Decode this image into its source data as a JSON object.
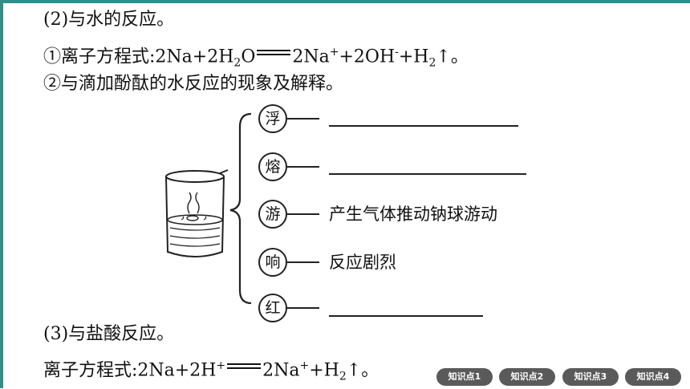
{
  "lines": {
    "heading2": "(2)与水的反应。",
    "eq1_label": "①离子方程式:",
    "eq1_left": "2Na+2H",
    "eq1_left_sub": "2",
    "eq1_left_tail": "O",
    "eq1_right_a": "2Na",
    "eq1_right_a_sup": "+",
    "eq1_right_b": "+2OH",
    "eq1_right_b_sup": "-",
    "eq1_right_c": "+H",
    "eq1_right_c_sub": "2",
    "eq1_right_d": "↑。",
    "sub2": "②与滴加酚酞的水反应的现象及解释。",
    "heading3": "(3)与盐酸反应。",
    "eq2_label": "离子方程式:",
    "eq2_left": "2Na+2H",
    "eq2_left_sup": "+",
    "eq2_right_a": "2Na",
    "eq2_right_a_sup": "+",
    "eq2_right_b": "+H",
    "eq2_right_b_sub": "2",
    "eq2_right_c": "↑。"
  },
  "phenomena": [
    {
      "char": "浮",
      "desc": ""
    },
    {
      "char": "熔",
      "desc": ""
    },
    {
      "char": "游",
      "desc": "产生气体推动钠球游动"
    },
    {
      "char": "响",
      "desc": "反应剧烈"
    },
    {
      "char": "红",
      "desc": ""
    }
  ],
  "nav": [
    "知识点1",
    "知识点2",
    "知识点3",
    "知识点4"
  ],
  "colors": {
    "frame": "#2f8f8a",
    "nav_bg": "#5a5a5a"
  }
}
